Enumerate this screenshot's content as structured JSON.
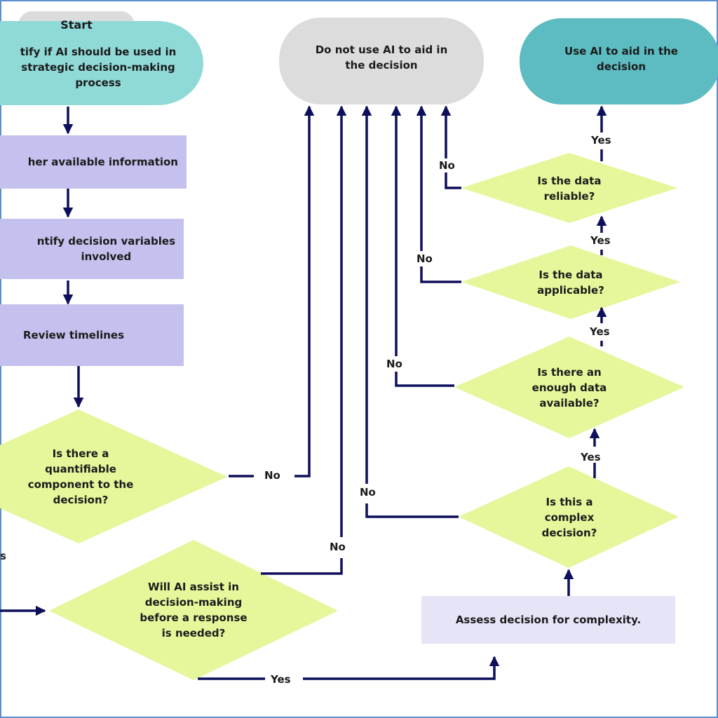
{
  "colors": {
    "teal_light": "#8fd9d7",
    "teal_dark": "#5cbcc1",
    "gray_shape": "#dcdcdc",
    "lavender": "#c4c1ee",
    "lavender_light": "#e6e4f7",
    "diamond": "#e4f79a",
    "line": "#0d0f5a",
    "frame": "#5b8fd1"
  },
  "nodes": {
    "start": "Start",
    "identify": "tify if AI should be used in\nstrategic decision-making\nprocess",
    "gather": "her available information",
    "variables": "ntify decision variables\ninvolved",
    "review": "Review timelines",
    "quantifiable": "Is there a\nquantifiable\ncomponent to the\ndecision?",
    "assist": "Will AI assist in\ndecision-making\nbefore a response\nis needed?",
    "assess": "Assess decision for complexity.",
    "complex": "Is this a\ncomplex\ndecision?",
    "enough_data": "Is there an\nenough data\navailable?",
    "applicable": "Is the data\napplicable?",
    "reliable": "Is the data\nreliable?",
    "do_not_use": "Do not use AI to aid in\nthe decision",
    "use_ai": "Use AI to aid in the\ndecision"
  },
  "edge_labels": {
    "no_quantifiable": "No",
    "no_assist": "No",
    "yes_assist": "Yes",
    "no_complex": "No",
    "yes_complex": "Yes",
    "no_enough": "No",
    "yes_enough": "Yes",
    "no_applicable": "No",
    "yes_applicable": "Yes",
    "no_reliable": "No",
    "yes_reliable": "Yes",
    "partial_left": "s"
  }
}
